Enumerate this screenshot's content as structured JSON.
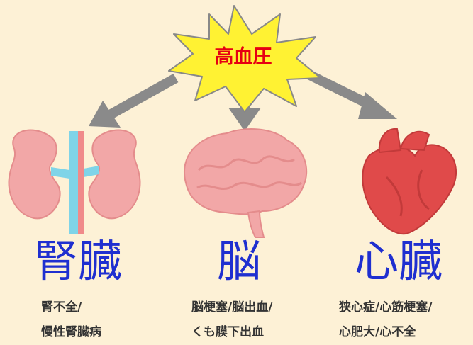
{
  "header": {
    "partial_title": "",
    "hypertension_label": "高血圧"
  },
  "organs": [
    {
      "name": "腎臓",
      "diseases_line1": "腎不全/",
      "diseases_line2": "慢性腎臓病"
    },
    {
      "name": "脳",
      "diseases_line1": "脳梗塞/脳出血/",
      "diseases_line2": "くも膜下出血"
    },
    {
      "name": "心臓",
      "diseases_line1": "狭心症/心筋梗塞/",
      "diseases_line2": "心肥大/心不全"
    }
  ],
  "colors": {
    "background": "#fdf1d6",
    "burst_fill": "#fff233",
    "label_red": "#e60012",
    "title_blue": "#1f2fd0",
    "arrow_gray": "#8a8a8a",
    "organ_pink": "#f2a7a7",
    "heart_red": "#e04a4a",
    "vessel_blue": "#7fd4e8"
  }
}
